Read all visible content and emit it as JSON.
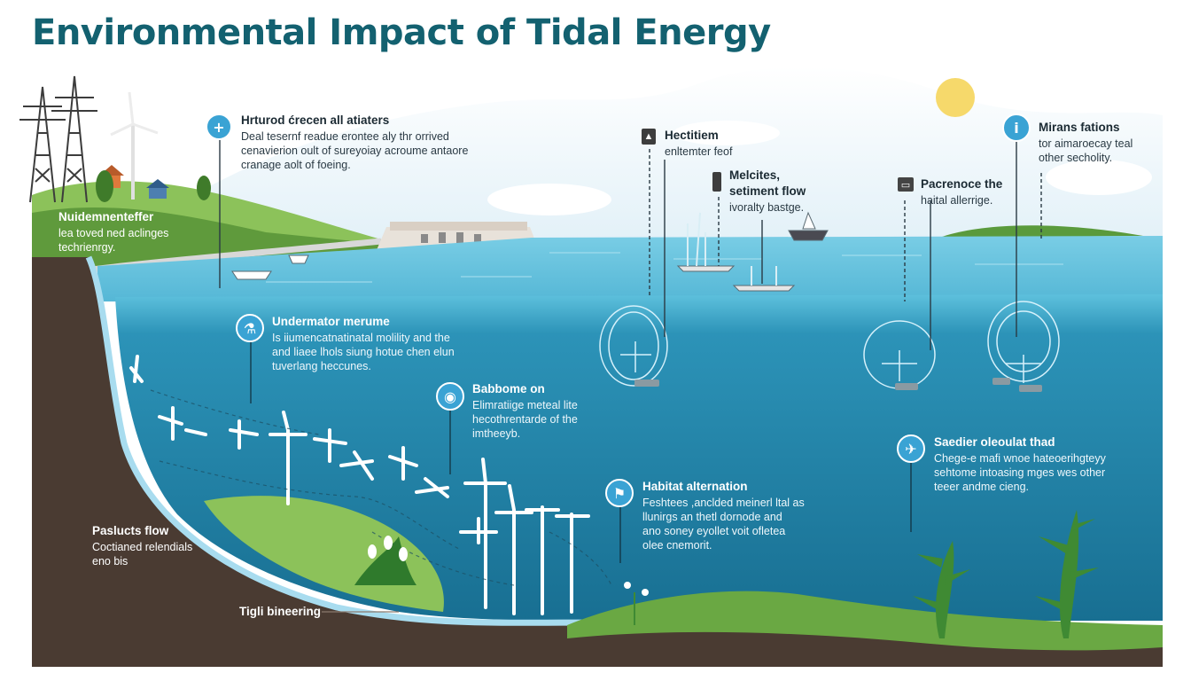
{
  "title": "Environmental Impact of Tidal Energy",
  "colors": {
    "title": "#136170",
    "sky": "#e8f3f8",
    "sea_surface": "#5cbcd8",
    "deep_water": "#1d7ea3",
    "seabed": "#4a3b32",
    "grass": "#7ab648",
    "icon": "#3aa3d4",
    "sun": "#f6d96b"
  },
  "callouts": [
    {
      "id": "c1",
      "icon": "plus-icon",
      "heading": "Hrturod ćrecen all atiaters",
      "lines": [
        "Deal tesernf readue erontee aly thr orrived",
        "cenavierion oult of sureyoiay acroume antaore",
        "cranage aolt of foeing."
      ]
    },
    {
      "id": "c2",
      "icon": "",
      "heading": "Nuidemnenteffer",
      "lines": [
        "lea toved ned aclinges",
        "techrienrgy."
      ]
    },
    {
      "id": "c3",
      "icon": "building-icon",
      "heading": "Hectitiem",
      "lines": [
        "enltemter feof"
      ]
    },
    {
      "id": "c4",
      "icon": "buoy-icon",
      "heading": "Melcites,",
      "lines": [
        "setiment flow",
        "ivoralty bastge."
      ]
    },
    {
      "id": "c5",
      "icon": "monitor-icon",
      "heading": "Pacrenoce the",
      "lines": [
        "haital allerrige."
      ]
    },
    {
      "id": "c6",
      "icon": "info-icon",
      "heading": "Mirans fations",
      "lines": [
        "tor aimaroecay teal",
        "other secholity."
      ]
    },
    {
      "id": "c7",
      "icon": "flask-icon",
      "heading": "Undermator merume",
      "lines": [
        "Is iiumencatnatinatal molility and the",
        "and liaee lhols siung hotue chen elun",
        "tuverlang heccunes."
      ]
    },
    {
      "id": "c8",
      "icon": "gauge-icon",
      "heading": "Babbome on",
      "lines": [
        "Elimratiige meteal lite",
        "hecothrentarde of the",
        "imtheeyb."
      ]
    },
    {
      "id": "c9",
      "icon": "fish-icon",
      "heading": "Habitat alternation",
      "lines": [
        "Feshtees ,anclded meinerl ltal as",
        "llunirgs an thetl dornode and",
        "ano soney eyollet voit ofletea",
        "olee cnemorit."
      ]
    },
    {
      "id": "c10",
      "icon": "plane-icon",
      "heading": "Saedier oleoulat thad",
      "lines": [
        "Chege-e mafi wnoe hateoerihgteyy",
        "sehtome intoasing mges wes other",
        "teeer andme cieng."
      ]
    },
    {
      "id": "c11",
      "icon": "",
      "heading": "Paslucts flow",
      "lines": [
        "Coctianed relendials",
        "eno bis"
      ]
    },
    {
      "id": "c12",
      "icon": "",
      "heading": "Tigli bineering",
      "lines": []
    }
  ]
}
